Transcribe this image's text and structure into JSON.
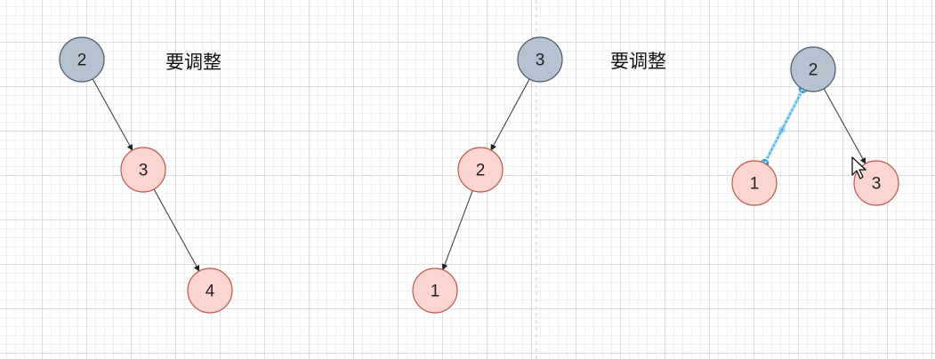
{
  "captions": [
    {
      "id": "caption-1",
      "text": "要调整"
    },
    {
      "id": "caption-2",
      "text": "要调整"
    }
  ],
  "palette": {
    "root_fill": "#b5c2d0",
    "root_stroke": "#4a5a6c",
    "child_fill": "#fbd6d0",
    "child_stroke": "#c0554b",
    "edge": "#333333",
    "page_break": "#c8c8c8",
    "selection": "#29a3e0"
  },
  "trees": [
    {
      "id": "tree-left",
      "nodes": [
        {
          "id": "t1-n2",
          "label": "2",
          "kind": "root"
        },
        {
          "id": "t1-n3",
          "label": "3",
          "kind": "child"
        },
        {
          "id": "t1-n4",
          "label": "4",
          "kind": "child"
        }
      ],
      "edges": [
        [
          "t1-n2",
          "t1-n3"
        ],
        [
          "t1-n3",
          "t1-n4"
        ]
      ]
    },
    {
      "id": "tree-middle",
      "nodes": [
        {
          "id": "t2-n3",
          "label": "3",
          "kind": "root"
        },
        {
          "id": "t2-n2",
          "label": "2",
          "kind": "child"
        },
        {
          "id": "t2-n1",
          "label": "1",
          "kind": "child"
        }
      ],
      "edges": [
        [
          "t2-n3",
          "t2-n2"
        ],
        [
          "t2-n2",
          "t2-n1"
        ]
      ]
    },
    {
      "id": "tree-right",
      "nodes": [
        {
          "id": "t3-n2",
          "label": "2",
          "kind": "root"
        },
        {
          "id": "t3-n1",
          "label": "1",
          "kind": "child"
        },
        {
          "id": "t3-n3",
          "label": "3",
          "kind": "child"
        }
      ],
      "edges": [
        [
          "t3-n2",
          "t3-n1"
        ],
        [
          "t3-n2",
          "t3-n3"
        ]
      ],
      "selected_edge": [
        "t3-n2",
        "t3-n1"
      ]
    }
  ]
}
